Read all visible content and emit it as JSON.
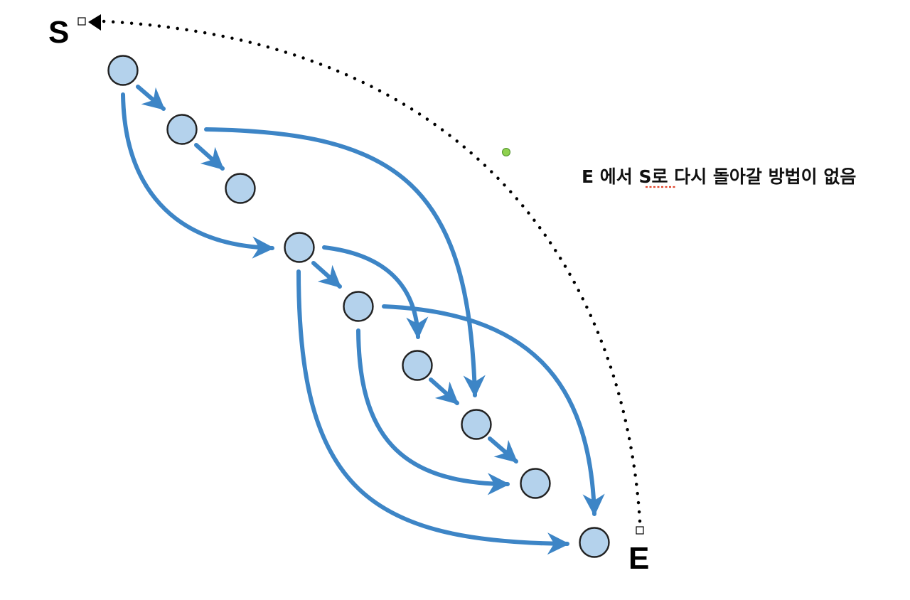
{
  "diagram": {
    "start_label": "S",
    "end_label": "E",
    "note_prefix": "E 에서 ",
    "note_marked": "S",
    "note_suffix": "로 다시 돌아갈 방법이 없음",
    "colors": {
      "node_fill": "#b4d2ec",
      "node_stroke": "#222222",
      "edge": "#3d85c6",
      "return_path": "#000000",
      "handle_dot": "#8fd14f",
      "spellcheck_underline": "#e0442b"
    },
    "nodes": [
      {
        "id": "n1"
      },
      {
        "id": "n2"
      },
      {
        "id": "n3"
      },
      {
        "id": "n4"
      },
      {
        "id": "n5"
      },
      {
        "id": "n6"
      },
      {
        "id": "n7"
      },
      {
        "id": "n8"
      },
      {
        "id": "n9"
      }
    ],
    "edges": [
      {
        "from": "n1",
        "to": "n2"
      },
      {
        "from": "n2",
        "to": "n3"
      },
      {
        "from": "n1",
        "to": "n4"
      },
      {
        "from": "n2",
        "to": "n7"
      },
      {
        "from": "n4",
        "to": "n5"
      },
      {
        "from": "n4",
        "to": "n6"
      },
      {
        "from": "n4",
        "to": "n9"
      },
      {
        "from": "n5",
        "to": "n8"
      },
      {
        "from": "n5",
        "to": "n9"
      },
      {
        "from": "n6",
        "to": "n7"
      },
      {
        "from": "n7",
        "to": "n8"
      }
    ],
    "return_path": {
      "from": "E",
      "to": "S",
      "style": "dotted"
    }
  }
}
